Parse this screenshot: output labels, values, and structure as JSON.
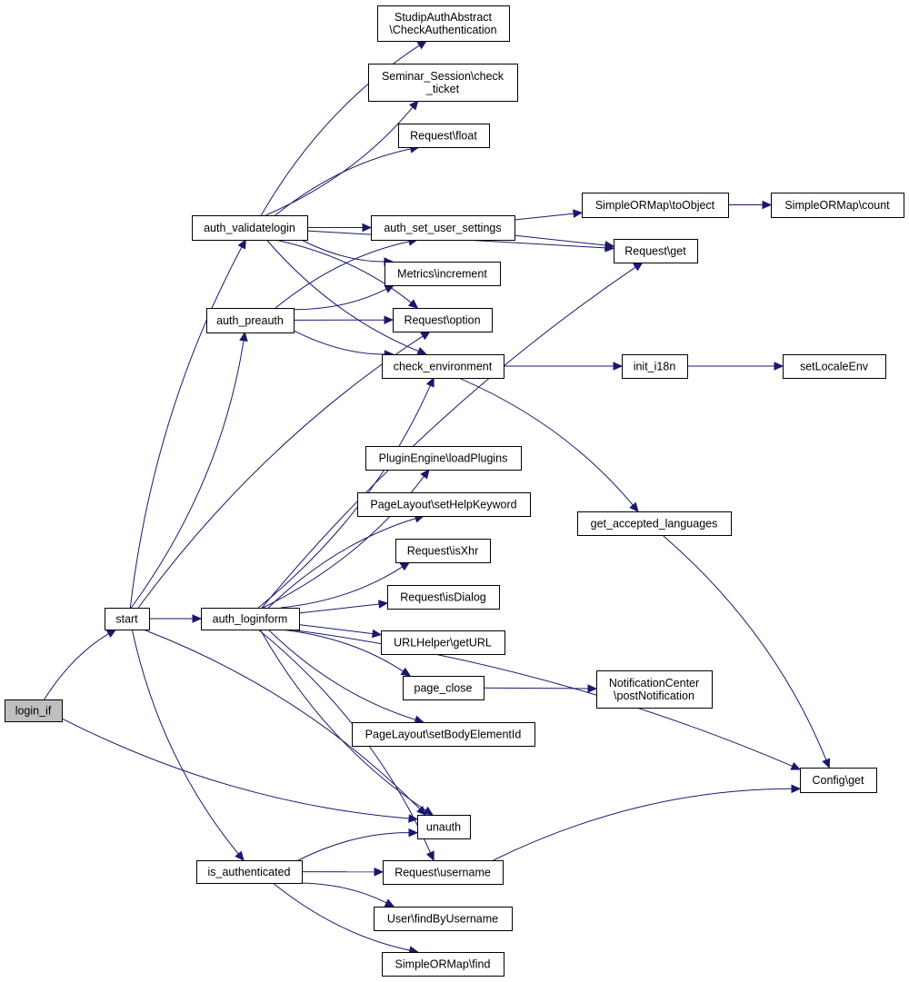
{
  "diagram": {
    "nodes": [
      {
        "id": "login_if",
        "lines": [
          "login_if"
        ],
        "current": true
      },
      {
        "id": "start",
        "lines": [
          "start"
        ]
      },
      {
        "id": "auth_validatelogin",
        "lines": [
          "auth_validatelogin"
        ]
      },
      {
        "id": "auth_preauth",
        "lines": [
          "auth_preauth"
        ]
      },
      {
        "id": "auth_loginform",
        "lines": [
          "auth_loginform"
        ]
      },
      {
        "id": "is_authenticated",
        "lines": [
          "is_authenticated"
        ]
      },
      {
        "id": "checkauth",
        "lines": [
          "StudipAuthAbstract",
          "\\CheckAuthentication"
        ]
      },
      {
        "id": "checkticket",
        "lines": [
          "Seminar_Session\\check",
          "_ticket"
        ]
      },
      {
        "id": "req_float",
        "lines": [
          "Request\\float"
        ]
      },
      {
        "id": "set_user",
        "lines": [
          "auth_set_user_settings"
        ]
      },
      {
        "id": "metrics",
        "lines": [
          "Metrics\\increment"
        ]
      },
      {
        "id": "req_option",
        "lines": [
          "Request\\option"
        ]
      },
      {
        "id": "check_env",
        "lines": [
          "check_environment"
        ]
      },
      {
        "id": "loadplugins",
        "lines": [
          "PluginEngine\\loadPlugins"
        ]
      },
      {
        "id": "sethelp",
        "lines": [
          "PageLayout\\setHelpKeyword"
        ]
      },
      {
        "id": "isxhr",
        "lines": [
          "Request\\isXhr"
        ]
      },
      {
        "id": "isdialog",
        "lines": [
          "Request\\isDialog"
        ]
      },
      {
        "id": "geturl",
        "lines": [
          "URLHelper\\getURL"
        ]
      },
      {
        "id": "page_close",
        "lines": [
          "page_close"
        ]
      },
      {
        "id": "setbody",
        "lines": [
          "PageLayout\\setBodyElementId"
        ]
      },
      {
        "id": "unauth",
        "lines": [
          "unauth"
        ]
      },
      {
        "id": "req_username",
        "lines": [
          "Request\\username"
        ]
      },
      {
        "id": "findbyuser",
        "lines": [
          "User\\findByUsername"
        ]
      },
      {
        "id": "orm_find",
        "lines": [
          "SimpleORMap\\find"
        ]
      },
      {
        "id": "toobject",
        "lines": [
          "SimpleORMap\\toObject"
        ]
      },
      {
        "id": "orm_count",
        "lines": [
          "SimpleORMap\\count"
        ]
      },
      {
        "id": "req_get",
        "lines": [
          "Request\\get"
        ]
      },
      {
        "id": "init_i18n",
        "lines": [
          "init_i18n"
        ]
      },
      {
        "id": "setlocale",
        "lines": [
          "setLocaleEnv"
        ]
      },
      {
        "id": "accept_lang",
        "lines": [
          "get_accepted_languages"
        ]
      },
      {
        "id": "postnotif",
        "lines": [
          "NotificationCenter",
          "\\postNotification"
        ]
      },
      {
        "id": "config_get",
        "lines": [
          "Config\\get"
        ]
      }
    ],
    "edges": [
      [
        "login_if",
        "start"
      ],
      [
        "login_if",
        "unauth"
      ],
      [
        "start",
        "auth_validatelogin"
      ],
      [
        "start",
        "auth_preauth"
      ],
      [
        "start",
        "req_option"
      ],
      [
        "start",
        "auth_loginform"
      ],
      [
        "start",
        "unauth"
      ],
      [
        "start",
        "is_authenticated"
      ],
      [
        "auth_validatelogin",
        "checkauth"
      ],
      [
        "auth_validatelogin",
        "checkticket"
      ],
      [
        "auth_validatelogin",
        "req_float"
      ],
      [
        "auth_validatelogin",
        "req_get"
      ],
      [
        "auth_validatelogin",
        "set_user"
      ],
      [
        "auth_validatelogin",
        "metrics"
      ],
      [
        "auth_validatelogin",
        "req_option"
      ],
      [
        "auth_validatelogin",
        "check_env"
      ],
      [
        "auth_preauth",
        "set_user"
      ],
      [
        "auth_preauth",
        "metrics"
      ],
      [
        "auth_preauth",
        "req_option"
      ],
      [
        "auth_preauth",
        "check_env"
      ],
      [
        "set_user",
        "toobject"
      ],
      [
        "set_user",
        "req_get"
      ],
      [
        "toobject",
        "orm_count"
      ],
      [
        "check_env",
        "init_i18n"
      ],
      [
        "check_env",
        "accept_lang"
      ],
      [
        "init_i18n",
        "setlocale"
      ],
      [
        "accept_lang",
        "config_get"
      ],
      [
        "auth_loginform",
        "check_env"
      ],
      [
        "auth_loginform",
        "req_get"
      ],
      [
        "auth_loginform",
        "loadplugins"
      ],
      [
        "auth_loginform",
        "sethelp"
      ],
      [
        "auth_loginform",
        "isxhr"
      ],
      [
        "auth_loginform",
        "isdialog"
      ],
      [
        "auth_loginform",
        "geturl"
      ],
      [
        "auth_loginform",
        "page_close"
      ],
      [
        "auth_loginform",
        "setbody"
      ],
      [
        "auth_loginform",
        "config_get"
      ],
      [
        "auth_loginform",
        "unauth"
      ],
      [
        "auth_loginform",
        "req_username"
      ],
      [
        "page_close",
        "postnotif"
      ],
      [
        "is_authenticated",
        "unauth"
      ],
      [
        "is_authenticated",
        "req_username"
      ],
      [
        "is_authenticated",
        "findbyuser"
      ],
      [
        "is_authenticated",
        "orm_find"
      ],
      [
        "req_username",
        "config_get"
      ]
    ]
  }
}
